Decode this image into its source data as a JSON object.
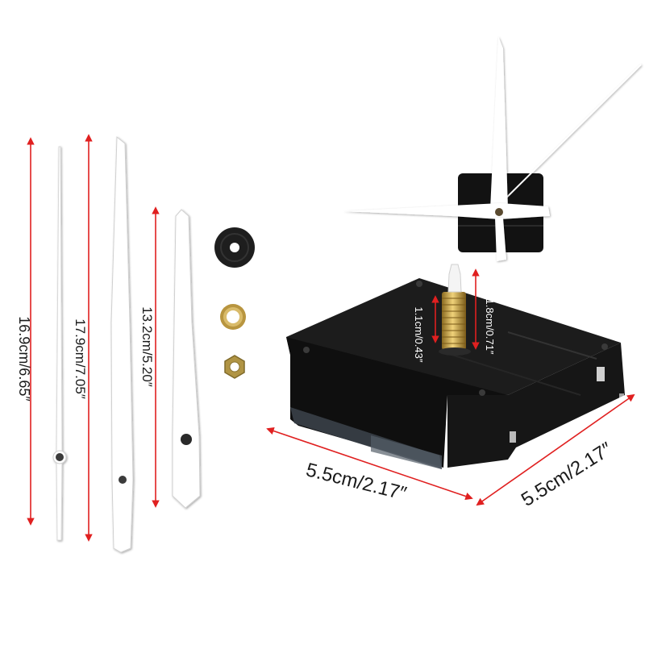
{
  "dimensions": {
    "second_hand_length": "16.9cm/6.65″",
    "minute_hand_length": "17.9cm/7.05″",
    "hour_hand_length": "13.2cm/5.20″",
    "shaft_short": "1.1cm/0.43″",
    "shaft_long": "1.8cm/0.71″",
    "movement_width": "5.5cm/2.17″",
    "movement_depth": "5.5cm/2.17″"
  },
  "colors": {
    "arrow": "#e02020",
    "movement_body": "#141414",
    "brass": "#c9a545",
    "hand_white": "#ffffff"
  }
}
